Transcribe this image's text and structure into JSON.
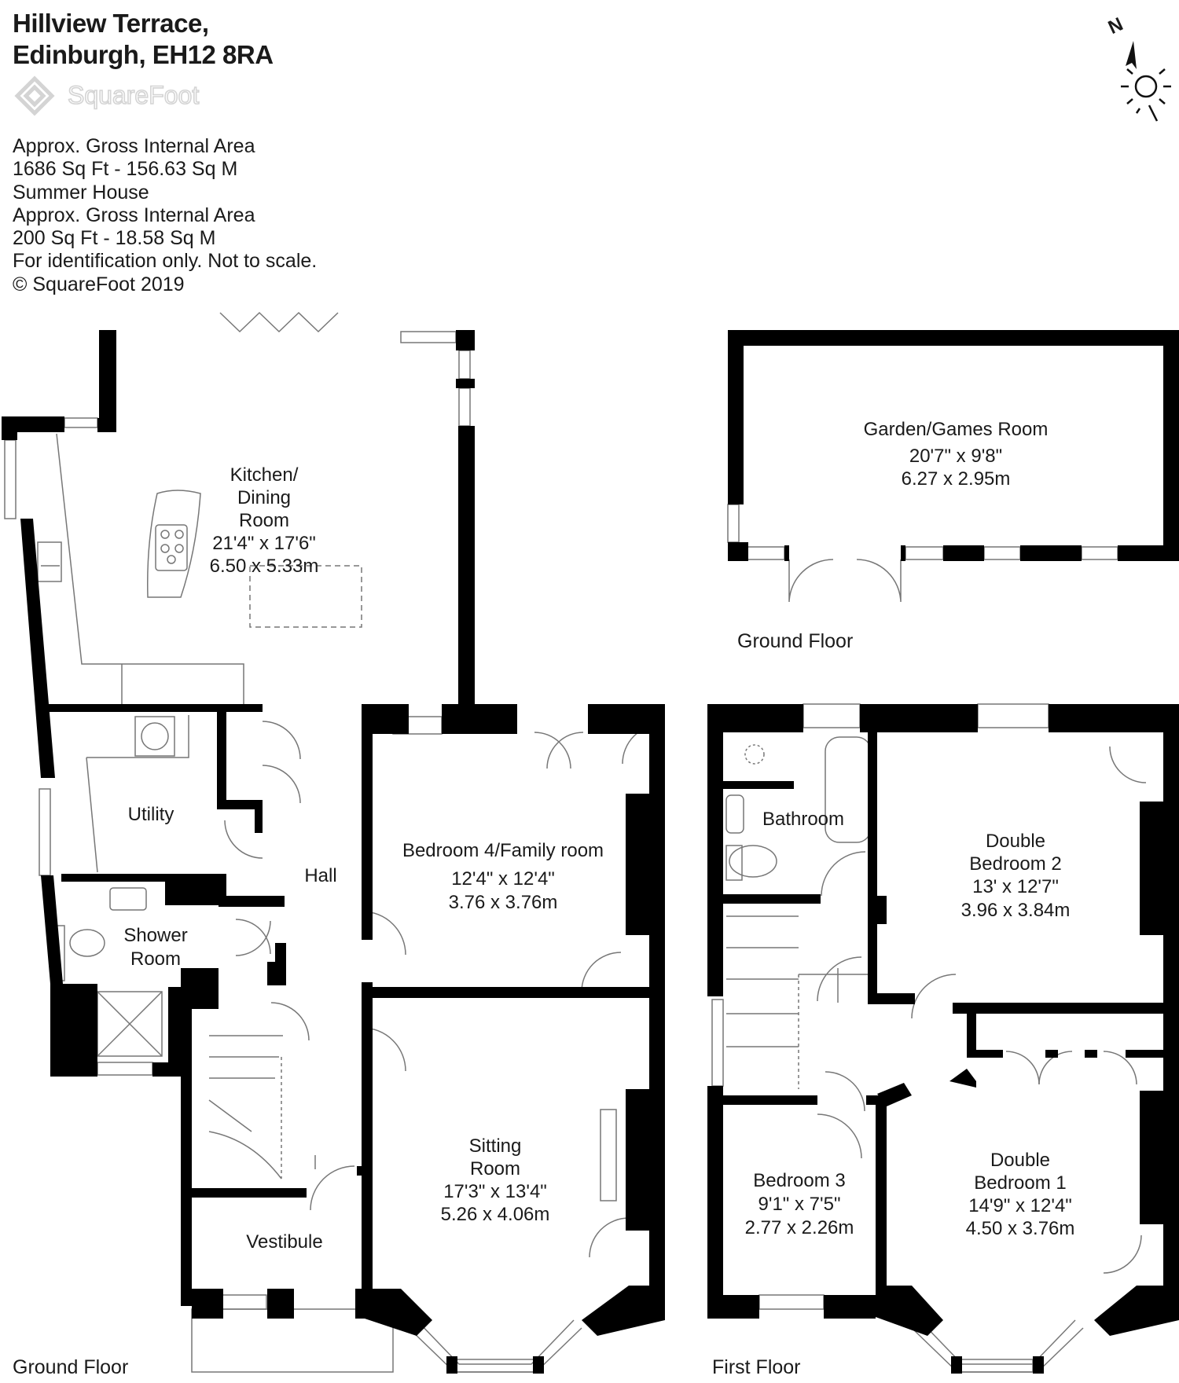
{
  "header": {
    "address_line1": "Hillview Terrace,",
    "address_line2": "Edinburgh, EH12 8RA",
    "brand": "SquareFoot"
  },
  "info": {
    "line1": "Approx. Gross Internal Area",
    "line2": "1686 Sq Ft  -  156.63 Sq M",
    "line3": "Summer House",
    "line4": "Approx. Gross Internal Area",
    "line5": "200 Sq Ft  -  18.58 Sq M",
    "line6": "For identification only. Not to scale.",
    "line7": "© SquareFoot 2019"
  },
  "compass": {
    "label": "N",
    "icon": "north-sun-compass-icon"
  },
  "floors": {
    "ground": {
      "label": "Ground Floor",
      "rooms": {
        "kitchen": {
          "name1": "Kitchen/",
          "name2": "Dining",
          "name3": "Room",
          "imperial": "21'4\" x 17'6\"",
          "metric": "6.50 x 5.33m"
        },
        "utility": {
          "name": "Utility"
        },
        "hall": {
          "name": "Hall"
        },
        "shower": {
          "name1": "Shower",
          "name2": "Room"
        },
        "bedroom4": {
          "name": "Bedroom 4/Family room",
          "imperial": "12'4\" x 12'4\"",
          "metric": "3.76 x 3.76m"
        },
        "sitting": {
          "name1": "Sitting",
          "name2": "Room",
          "imperial": "17'3\" x 13'4\"",
          "metric": "5.26 x 4.06m"
        },
        "vestibule": {
          "name": "Vestibule"
        }
      }
    },
    "summer": {
      "label": "Ground Floor",
      "rooms": {
        "garden": {
          "name": "Garden/Games Room",
          "imperial": "20'7\" x 9'8\"",
          "metric": "6.27 x 2.95m"
        }
      }
    },
    "first": {
      "label": "First Floor",
      "rooms": {
        "bathroom": {
          "name": "Bathroom"
        },
        "double2": {
          "name1": "Double",
          "name2": "Bedroom 2",
          "imperial": "13' x 12'7\"",
          "metric": "3.96 x 3.84m"
        },
        "bedroom3": {
          "name": "Bedroom 3",
          "imperial": "9'1\" x 7'5\"",
          "metric": "2.77 x 2.26m"
        },
        "double1": {
          "name1": "Double",
          "name2": "Bedroom 1",
          "imperial": "14'9\" x 12'4\"",
          "metric": "4.50 x 3.76m"
        }
      }
    }
  },
  "colors": {
    "wall": "#000000",
    "line": "#777777",
    "text": "#1a1a1a",
    "brand": "#d4d4d4"
  }
}
